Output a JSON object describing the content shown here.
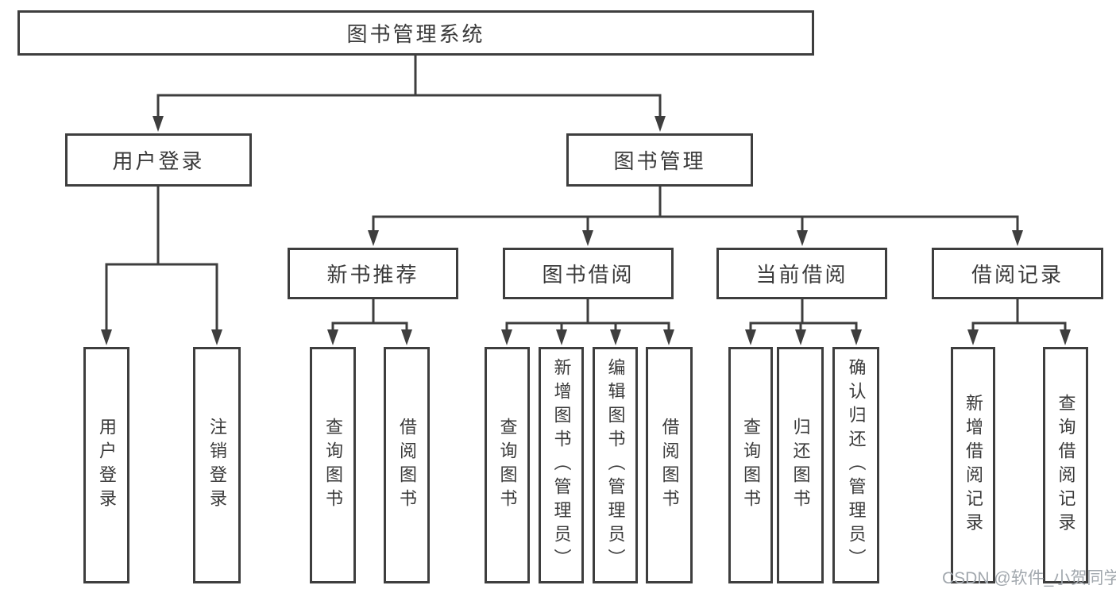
{
  "diagram_title": "图书管理系统",
  "tree": {
    "label": "图书管理系统",
    "children": [
      {
        "label": "用户登录",
        "children": [
          {
            "label": "用户登录"
          },
          {
            "label": "注销登录"
          }
        ]
      },
      {
        "label": "图书管理",
        "children": [
          {
            "label": "新书推荐",
            "children": [
              {
                "label": "查询图书"
              },
              {
                "label": "借阅图书"
              }
            ]
          },
          {
            "label": "图书借阅",
            "children": [
              {
                "label": "查询图书"
              },
              {
                "label": "新增图书（管理员）"
              },
              {
                "label": "编辑图书（管理员）"
              },
              {
                "label": "借阅图书"
              }
            ]
          },
          {
            "label": "当前借阅",
            "children": [
              {
                "label": "查询图书"
              },
              {
                "label": "归还图书"
              },
              {
                "label": "确认归还（管理员）"
              }
            ]
          },
          {
            "label": "借阅记录",
            "children": [
              {
                "label": "新增借阅记录"
              },
              {
                "label": "查询借阅记录"
              }
            ]
          }
        ]
      }
    ]
  },
  "watermark": "CSDN @软件_小贺同学",
  "colors": {
    "line": "#3e3e3e",
    "text": "#3a3a3a",
    "watermark": "#a2a8ae",
    "background": "#ffffff"
  }
}
